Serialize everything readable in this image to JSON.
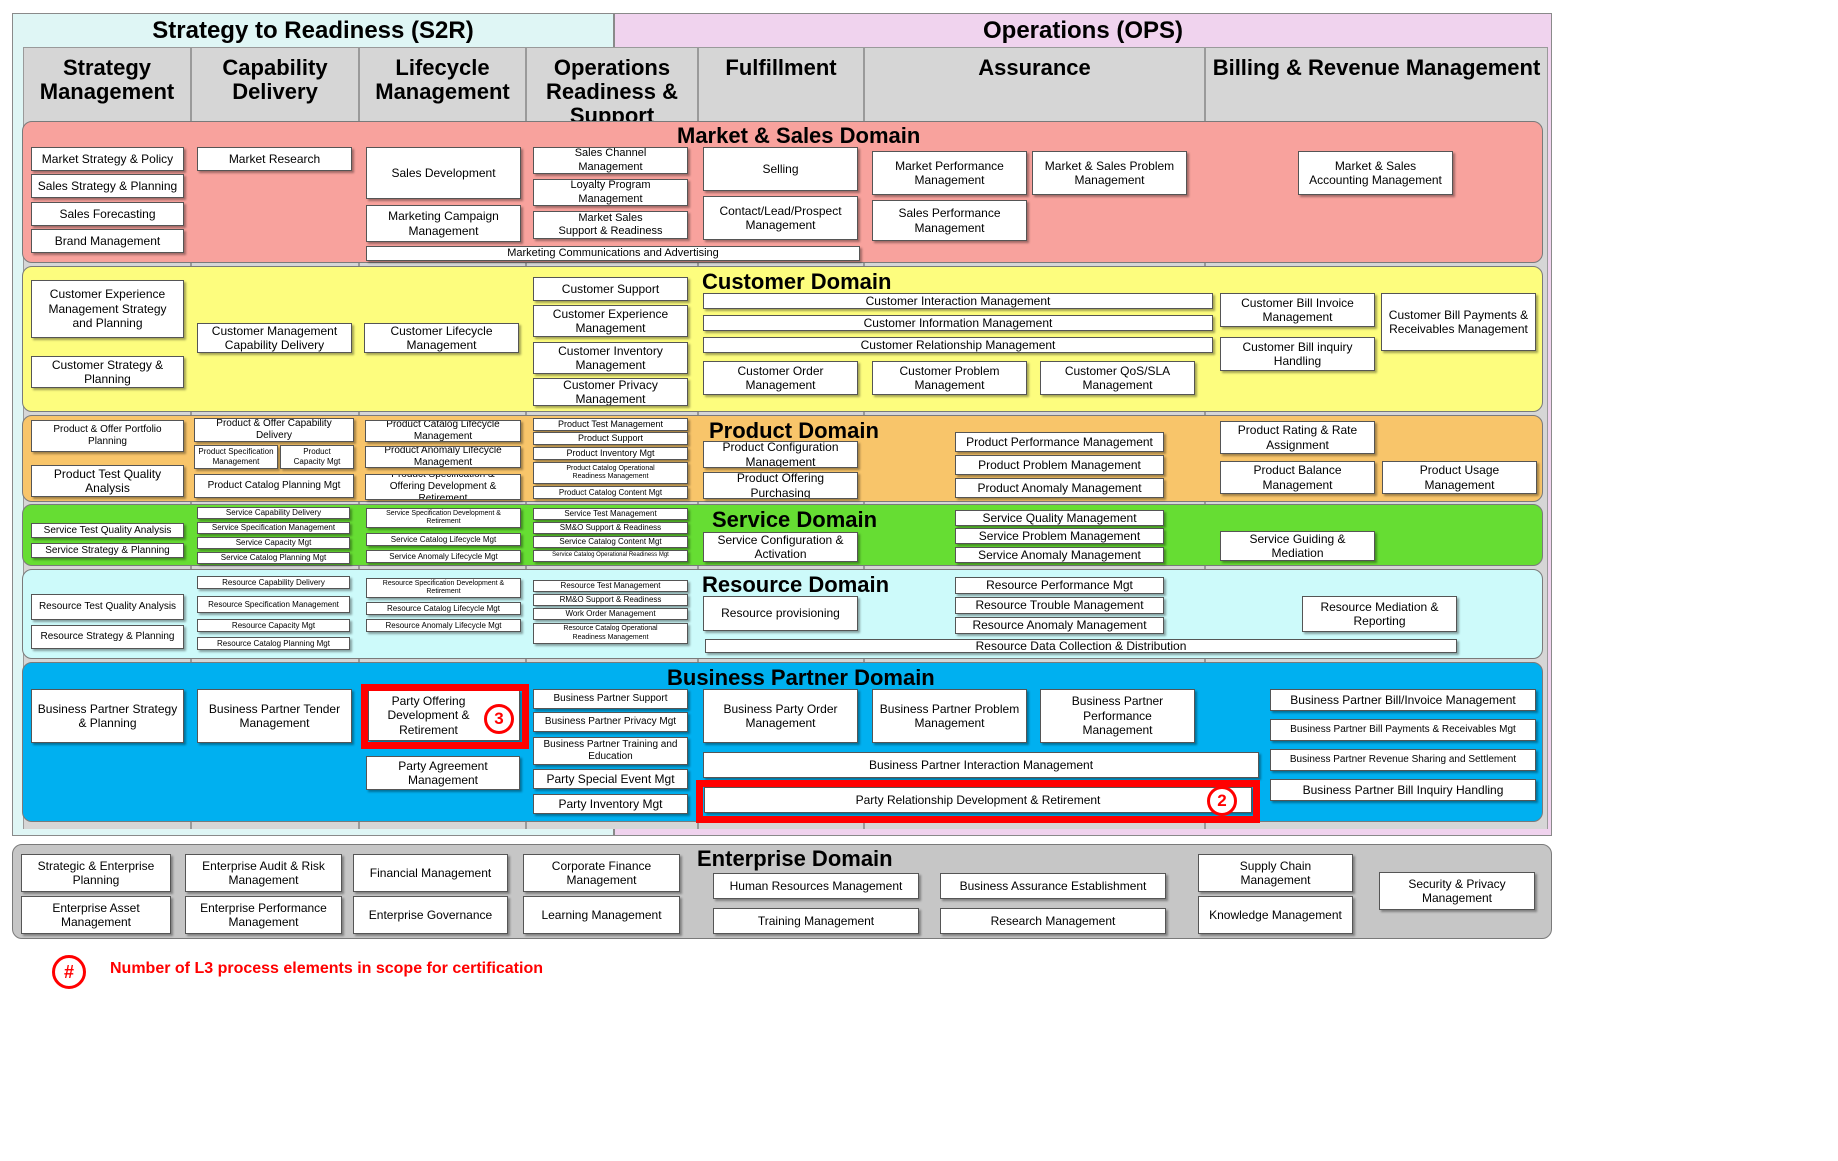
{
  "title_s2r": "Strategy to Readiness (S2R)",
  "title_ops": "Operations (OPS)",
  "columns": {
    "strategy": "Strategy\nManagement",
    "capability": "Capability\nDelivery",
    "lifecycle": "Lifecycle\nManagement",
    "readiness": "Operations\nReadiness &\nSupport",
    "fulfillment": "Fulfillment",
    "assurance": "Assurance",
    "billing": "Billing & Revenue Management"
  },
  "domains": {
    "market": "Market & Sales Domain",
    "customer": "Customer Domain",
    "product": "Product Domain",
    "service": "Service Domain",
    "resource": "Resource Domain",
    "partner": "Business Partner Domain",
    "enterprise": "Enterprise Domain"
  },
  "market": {
    "strategy_policy": "Market Strategy & Policy",
    "sales_strategy": "Sales Strategy & Planning",
    "sales_forecasting": "Sales Forecasting",
    "brand": "Brand Management",
    "research": "Market Research",
    "sales_dev": "Sales Development",
    "campaign": "Marketing Campaign\nManagement",
    "channel": "Sales Channel\nManagement",
    "loyalty": "Loyalty Program\nManagement",
    "sales_support": "Market Sales\nSupport & Readiness",
    "comms": "Marketing Communications and Advertising",
    "selling": "Selling",
    "contact": "Contact/Lead/Prospect\nManagement",
    "performance": "Market Performance\nManagement",
    "sales_perf": "Sales Performance\nManagement",
    "problem": "Market & Sales Problem\nManagement",
    "accounting": "Market & Sales\nAccounting  Management"
  },
  "customer": {
    "cx_strategy": "Customer Experience\nManagement Strategy\nand Planning",
    "strategy": "Customer Strategy &\nPlanning",
    "capability": "Customer Management\nCapability Delivery",
    "lifecycle": "Customer Lifecycle\nManagement",
    "support": "Customer Support",
    "experience": "Customer Experience\nManagement",
    "inventory": "Customer Inventory\nManagement",
    "privacy": "Customer Privacy\nManagement",
    "interaction": "Customer Interaction Management",
    "information": "Customer Information Management",
    "relationship": "Customer Relationship Management",
    "order": "Customer Order\nManagement",
    "problem": "Customer Problem\nManagement",
    "qos": "Customer QoS/SLA\nManagement",
    "bill_invoice": "Customer Bill Invoice\nManagement",
    "bill_inquiry": "Customer Bill inquiry\nHandling",
    "bill_payments": "Customer Bill Payments &\nReceivables Management"
  },
  "product": {
    "portfolio": "Product & Offer Portfolio\nPlanning",
    "test_quality": "Product Test Quality\nAnalysis",
    "capability": "Product & Offer Capability\nDelivery",
    "spec_mgmt": "Product Specification\nManagement",
    "capacity": "Product\nCapacity Mgt",
    "catalog_planning": "Product Catalog Planning Mgt",
    "catalog_lifecycle": "Product Catalog Lifecycle Management",
    "anomaly_lifecycle": "Product Anomaly Lifecycle Management",
    "spec_offering": "Product Specification &\nOffering Development & Retirement",
    "test_mgmt": "Product Test Management",
    "support": "Product Support",
    "inventory": "Product Inventory Mgt",
    "catalog_ops": "Product Catalog Operational\nReadiness Management",
    "catalog_content": "Product Catalog Content Mgt",
    "configuration": "Product Configuration\nManagement",
    "offering_purchasing": "Product Offering\nPurchasing",
    "performance": "Product Performance Management",
    "problem": "Product Problem Management",
    "anomaly": "Product Anomaly Management",
    "rating": "Product Rating & Rate\nAssignment",
    "balance": "Product Balance\nManagement",
    "usage": "Product Usage\nManagement"
  },
  "service": {
    "test_quality": "Service Test Quality Analysis",
    "strategy": "Service Strategy & Planning",
    "capability": "Service Capability Delivery",
    "spec_mgmt": "Service Specification Management",
    "capacity": "Service Capacity Mgt",
    "catalog_planning": "Service Catalog Planning Mgt",
    "spec_dev": "Service Specification Development &\nRetirement",
    "catalog_lifecycle": "Service Catalog Lifecycle Mgt",
    "anomaly_lifecycle": "Service Anomaly Lifecycle Mgt",
    "test_mgmt": "Service Test Management",
    "smo_support": "SM&O Support & Readiness",
    "catalog_content": "Service Catalog Content Mgt",
    "catalog_ops": "Service Catalog Operational Readiness Mgt",
    "configuration": "Service Configuration &\nActivation",
    "quality": "Service Quality Management",
    "problem": "Service Problem Management",
    "anomaly": "Service Anomaly Management",
    "guiding": "Service Guiding &\nMediation"
  },
  "resource": {
    "test_quality": "Resource Test Quality Analysis",
    "strategy": "Resource Strategy & Planning",
    "capability": "Resource Capability Delivery",
    "spec_mgmt": "Resource Specification Management",
    "capacity": "Resource Capacity Mgt",
    "catalog_planning": "Resource Catalog Planning Mgt",
    "spec_dev": "Resource Specification Development &\nRetirement",
    "catalog_lifecycle": "Resource Catalog Lifecycle Mgt",
    "anomaly_lifecycle": "Resource Anomaly Lifecycle Mgt",
    "test_mgmt": "Resource Test Management",
    "rmo_support": "RM&O Support & Readiness",
    "work_order": "Work Order Management",
    "catalog_ops": "Resource Catalog Operational\nReadiness Management",
    "provisioning": "Resource provisioning",
    "performance": "Resource Performance Mgt",
    "trouble": "Resource Trouble Management",
    "anomaly": "Resource Anomaly Management",
    "data_collection": "Resource Data Collection & Distribution",
    "mediation": "Resource Mediation &\nReporting"
  },
  "partner": {
    "strategy": "Business Partner Strategy\n& Planning",
    "tender": "Business Partner Tender\nManagement",
    "offering_dev": "Party Offering\nDevelopment &\nRetirement",
    "agreement": "Party Agreement\nManagement",
    "support": "Business Partner Support",
    "privacy": "Business Partner Privacy Mgt",
    "training": "Business Partner Training and\nEducation",
    "special_event": "Party Special Event Mgt",
    "inventory": "Party Inventory Mgt",
    "order": "Business Party Order\nManagement",
    "problem": "Business Partner Problem\nManagement",
    "performance": "Business Partner\nPerformance\nManagement",
    "interaction": "Business Partner Interaction Management",
    "relationship": "Party Relationship Development & Retirement",
    "bill_invoice": "Business Partner Bill/Invoice Management",
    "bill_payments": "Business Partner Bill Payments & Receivables Mgt",
    "revenue_sharing": "Business Partner Revenue Sharing and Settlement",
    "bill_inquiry": "Business Partner Bill Inquiry Handling"
  },
  "enterprise": {
    "strategic": "Strategic & Enterprise\nPlanning",
    "asset": "Enterprise Asset\nManagement",
    "audit": "Enterprise Audit & Risk\nManagement",
    "performance": "Enterprise Performance\nManagement",
    "financial": "Financial Management",
    "governance": "Enterprise Governance",
    "corporate_finance": "Corporate Finance\nManagement",
    "learning": "Learning Management",
    "hr": "Human Resources Management",
    "training": "Training Management",
    "assurance": "Business Assurance Establishment",
    "research": "Research Management",
    "supply_chain": "Supply Chain\nManagement",
    "knowledge": "Knowledge Management",
    "security": "Security & Privacy\nManagement"
  },
  "badges": {
    "offering_count": "3",
    "relationship_count": "2",
    "legend_symbol": "#"
  },
  "legend_text": "Number of L3 process elements in scope for certification",
  "colors": {
    "s2r_bg": "#dff6f5",
    "ops_bg": "#f0d3ee",
    "market": "#f8a29d",
    "customer": "#fdfd7e",
    "product": "#f8c56a",
    "service": "#66dd33",
    "resource": "#cdfafa",
    "partner": "#00b0f0",
    "enterprise": "#c6c6c6",
    "highlight": "#ff0000"
  }
}
